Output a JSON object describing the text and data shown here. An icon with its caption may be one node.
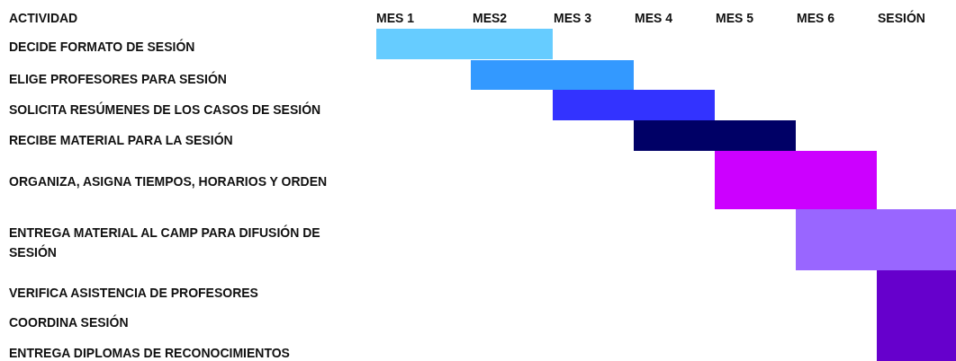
{
  "diagram": {
    "nodes": [
      {
        "text": [],
        "shape": "bar"
      },
      {
        "text": [],
        "shape": "bar"
      },
      {
        "text": [],
        "shape": "bar"
      },
      {
        "text": [],
        "shape": "bar"
      },
      {
        "text": [],
        "shape": "bar"
      },
      {
        "text": [],
        "shape": "bar"
      },
      {
        "text": [],
        "shape": "bar"
      }
    ],
    "labels": [
      "ACTIVIDAD",
      "MES 1",
      "MES2",
      "MES 3",
      "MES 4",
      "MES 5",
      "MES 6",
      "SESIÓN",
      "DECIDE FORMATO DE SESIÓN",
      "ELIGE PROFESORES PARA SESIÓN",
      "SOLICITA RESÚMENES DE LOS CASOS DE SESIÓN",
      "RECIBE MATERIAL PARA LA SESIÓN",
      "ORGANIZA, ASIGNA TIEMPOS, HORARIOS Y ORDEN",
      "ENTREGA MATERIAL AL CAMP PARA DIFUSIÓN DE SESIÓN",
      "VERIFICA ASISTENCIA DE PROFESORES",
      "COORDINA SESIÓN",
      "ENTREGA DIPLOMAS DE RECONOCIMIENTOS"
    ]
  }
}
